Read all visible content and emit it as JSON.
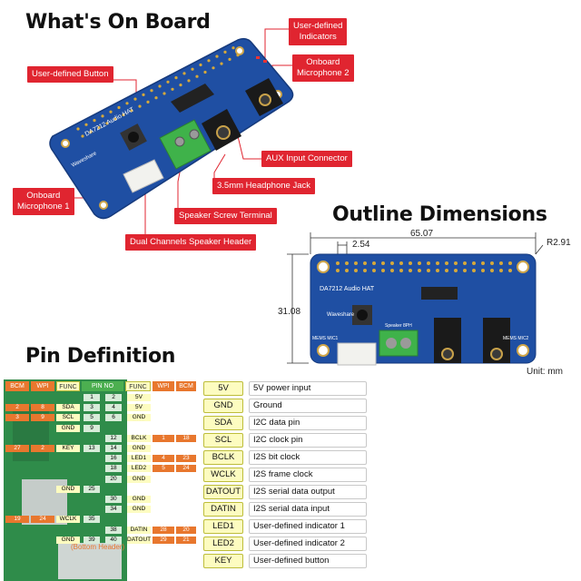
{
  "titles": {
    "board": "What's On Board",
    "outline": "Outline Dimensions",
    "pins": "Pin Definition"
  },
  "callouts": {
    "button": "User-defined Button",
    "indicators": "User-defined\nIndicators",
    "mic2": "Onboard\nMicrophone 2",
    "aux": "AUX Input Connector",
    "headphone": "3.5mm Headphone Jack",
    "mic1": "Onboard\nMicrophone 1",
    "screw": "Speaker Screw Terminal",
    "header": "Dual Channels Speaker Header"
  },
  "board_silk": {
    "name": "DA7212 Audio HAT",
    "brand": "Waveshare",
    "speaker": "Speaker 8PH",
    "mic1": "MEMS MIC1",
    "mic2": "MEMS MIC2"
  },
  "outline": {
    "width": "65.07",
    "hole_offset": "2.54",
    "corner_radius": "R2.91",
    "height": "31.08",
    "unit": "Unit: mm"
  },
  "pin_header": {
    "left_cols": [
      "BCM",
      "WPI",
      "FUNC"
    ],
    "mid_col": "PIN NO",
    "right_cols": [
      "FUNC",
      "WPI",
      "BCM"
    ],
    "rows": [
      {
        "bcm": "",
        "wpi": "",
        "func": "",
        "pin_l": "1",
        "pin_r": "2",
        "func_r": "5V",
        "wpi_r": "",
        "bcm_r": ""
      },
      {
        "bcm": "2",
        "wpi": "8",
        "func": "SDA",
        "pin_l": "3",
        "pin_r": "4",
        "func_r": "5V",
        "wpi_r": "",
        "bcm_r": ""
      },
      {
        "bcm": "3",
        "wpi": "9",
        "func": "SCL",
        "pin_l": "5",
        "pin_r": "6",
        "func_r": "GND",
        "wpi_r": "",
        "bcm_r": ""
      },
      {
        "bcm": "",
        "wpi": "",
        "func": "GND",
        "pin_l": "9",
        "pin_r": "",
        "func_r": "",
        "wpi_r": "",
        "bcm_r": ""
      },
      {
        "bcm": "",
        "wpi": "",
        "func": "",
        "pin_l": "",
        "pin_r": "12",
        "func_r": "BCLK",
        "wpi_r": "1",
        "bcm_r": "18"
      },
      {
        "bcm": "27",
        "wpi": "2",
        "func": "KEY",
        "pin_l": "13",
        "pin_r": "14",
        "func_r": "GND",
        "wpi_r": "",
        "bcm_r": ""
      },
      {
        "bcm": "",
        "wpi": "",
        "func": "",
        "pin_l": "",
        "pin_r": "16",
        "func_r": "LED1",
        "wpi_r": "4",
        "bcm_r": "23"
      },
      {
        "bcm": "",
        "wpi": "",
        "func": "",
        "pin_l": "",
        "pin_r": "18",
        "func_r": "LED2",
        "wpi_r": "5",
        "bcm_r": "24"
      },
      {
        "bcm": "",
        "wpi": "",
        "func": "",
        "pin_l": "",
        "pin_r": "20",
        "func_r": "GND",
        "wpi_r": "",
        "bcm_r": ""
      },
      {
        "bcm": "",
        "wpi": "",
        "func": "GND",
        "pin_l": "25",
        "pin_r": "",
        "func_r": "",
        "wpi_r": "",
        "bcm_r": ""
      },
      {
        "bcm": "",
        "wpi": "",
        "func": "",
        "pin_l": "",
        "pin_r": "30",
        "func_r": "GND",
        "wpi_r": "",
        "bcm_r": ""
      },
      {
        "bcm": "",
        "wpi": "",
        "func": "",
        "pin_l": "",
        "pin_r": "34",
        "func_r": "GND",
        "wpi_r": "",
        "bcm_r": ""
      },
      {
        "bcm": "19",
        "wpi": "24",
        "func": "WCLK",
        "pin_l": "35",
        "pin_r": "",
        "func_r": "",
        "wpi_r": "",
        "bcm_r": ""
      },
      {
        "bcm": "",
        "wpi": "",
        "func": "",
        "pin_l": "",
        "pin_r": "38",
        "func_r": "DATIN",
        "wpi_r": "28",
        "bcm_r": "20"
      },
      {
        "bcm": "",
        "wpi": "",
        "func": "GND",
        "pin_l": "39",
        "pin_r": "40",
        "func_r": "DATOUT",
        "wpi_r": "29",
        "bcm_r": "21"
      }
    ],
    "bottom_label": "(Bottom Header)"
  },
  "legend": [
    {
      "code": "5V",
      "desc": "5V power input"
    },
    {
      "code": "GND",
      "desc": "Ground"
    },
    {
      "code": "SDA",
      "desc": "I2C data pin"
    },
    {
      "code": "SCL",
      "desc": "I2C clock pin"
    },
    {
      "code": "BCLK",
      "desc": "I2S bit clock"
    },
    {
      "code": "WCLK",
      "desc": "I2S frame clock"
    },
    {
      "code": "DATOUT",
      "desc": "I2S serial data output"
    },
    {
      "code": "DATIN",
      "desc": "I2S serial data input"
    },
    {
      "code": "LED1",
      "desc": "User-defined indicator 1"
    },
    {
      "code": "LED2",
      "desc": "User-defined indicator 2"
    },
    {
      "code": "KEY",
      "desc": "User-defined button"
    }
  ],
  "colors": {
    "callout_red": "#e02530",
    "pcb_blue": "#1f4fa3",
    "legend_yellow": "#fdfcc0",
    "header_orange": "#e8772e",
    "header_green": "#4caf50"
  }
}
